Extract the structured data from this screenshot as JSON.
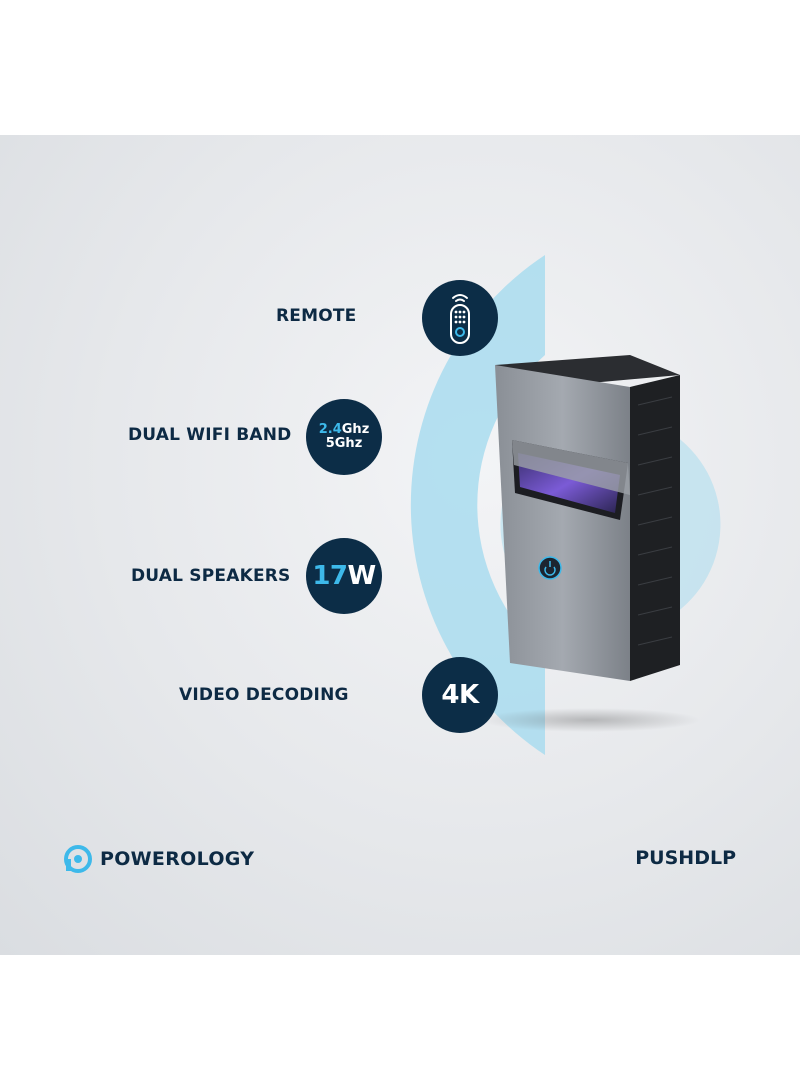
{
  "features": [
    {
      "label": "REMOTE",
      "icon": "remote-control-icon"
    },
    {
      "label": "DUAL WIFI BAND",
      "line1_accent": "2.4",
      "line1_rest": "Ghz",
      "line2": "5Ghz"
    },
    {
      "label": "DUAL SPEAKERS",
      "value_accent": "17",
      "value_rest": "W"
    },
    {
      "label": "VIDEO DECODING",
      "value": "4K"
    }
  ],
  "brand": {
    "name": "POWEROLOGY",
    "logo": "powerology-logo-icon"
  },
  "model": "PUSHDLP",
  "colors": {
    "navy": "#0c2d47",
    "accent": "#3db9ea",
    "arc": "#a9dcef"
  }
}
